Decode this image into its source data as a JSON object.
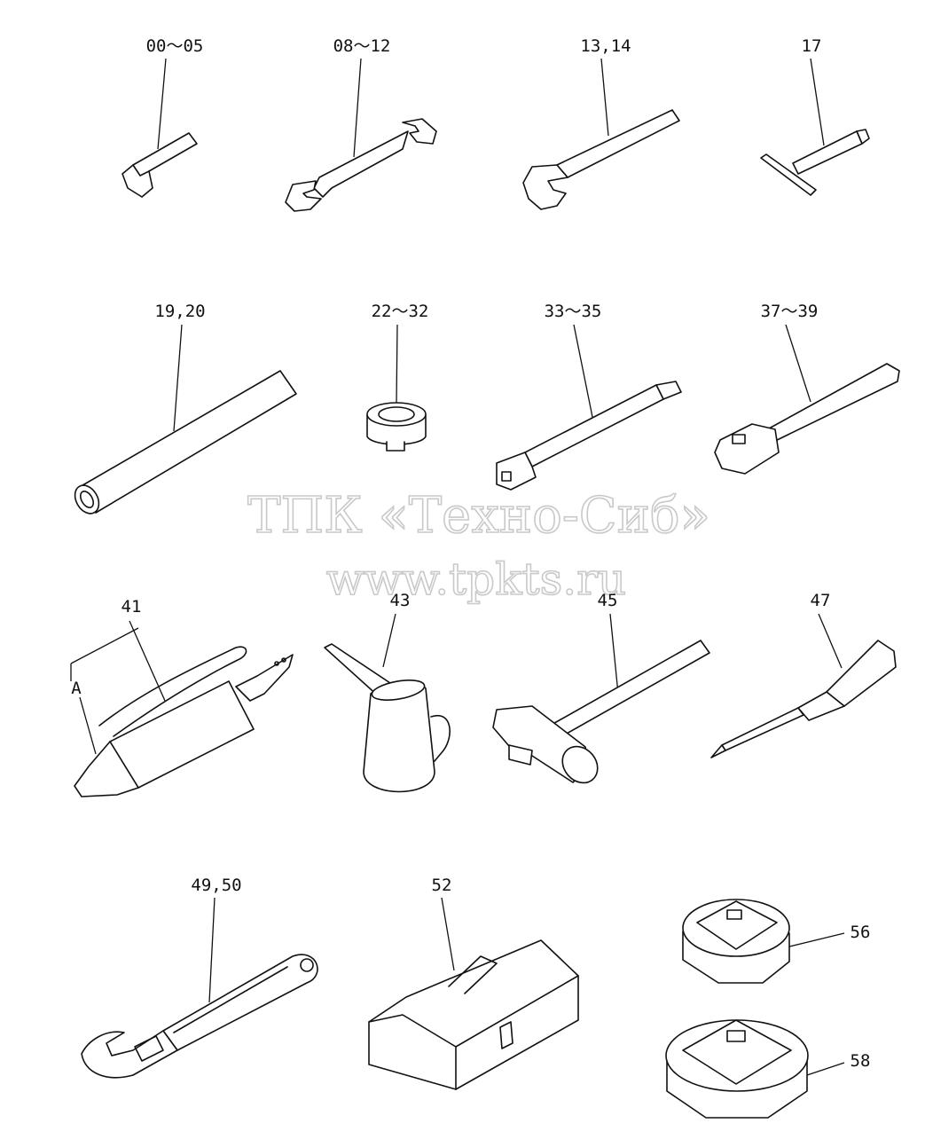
{
  "labels": {
    "allen_key": "00～05",
    "open_wrench": "08～12",
    "single_wrench": "13,14",
    "t_wrench": "17",
    "pipe": "19,20",
    "socket": "22～32",
    "extension_bar": "33～35",
    "ratchet_handle": "37～39",
    "grease_gun": "41",
    "grease_gun_part": "A",
    "oil_can": "43",
    "hammer": "45",
    "screwdriver": "47",
    "adjustable_wrench": "49,50",
    "tool_box": "52",
    "filter_wrench_small": "56",
    "filter_wrench_large": "58"
  },
  "watermark": {
    "line1": "ТПК «Техно-Сиб»",
    "line2": "www.tpkts.ru"
  },
  "colors": {
    "ink": "#111111",
    "watermark": "#c9c9c9",
    "paper": "#ffffff"
  }
}
